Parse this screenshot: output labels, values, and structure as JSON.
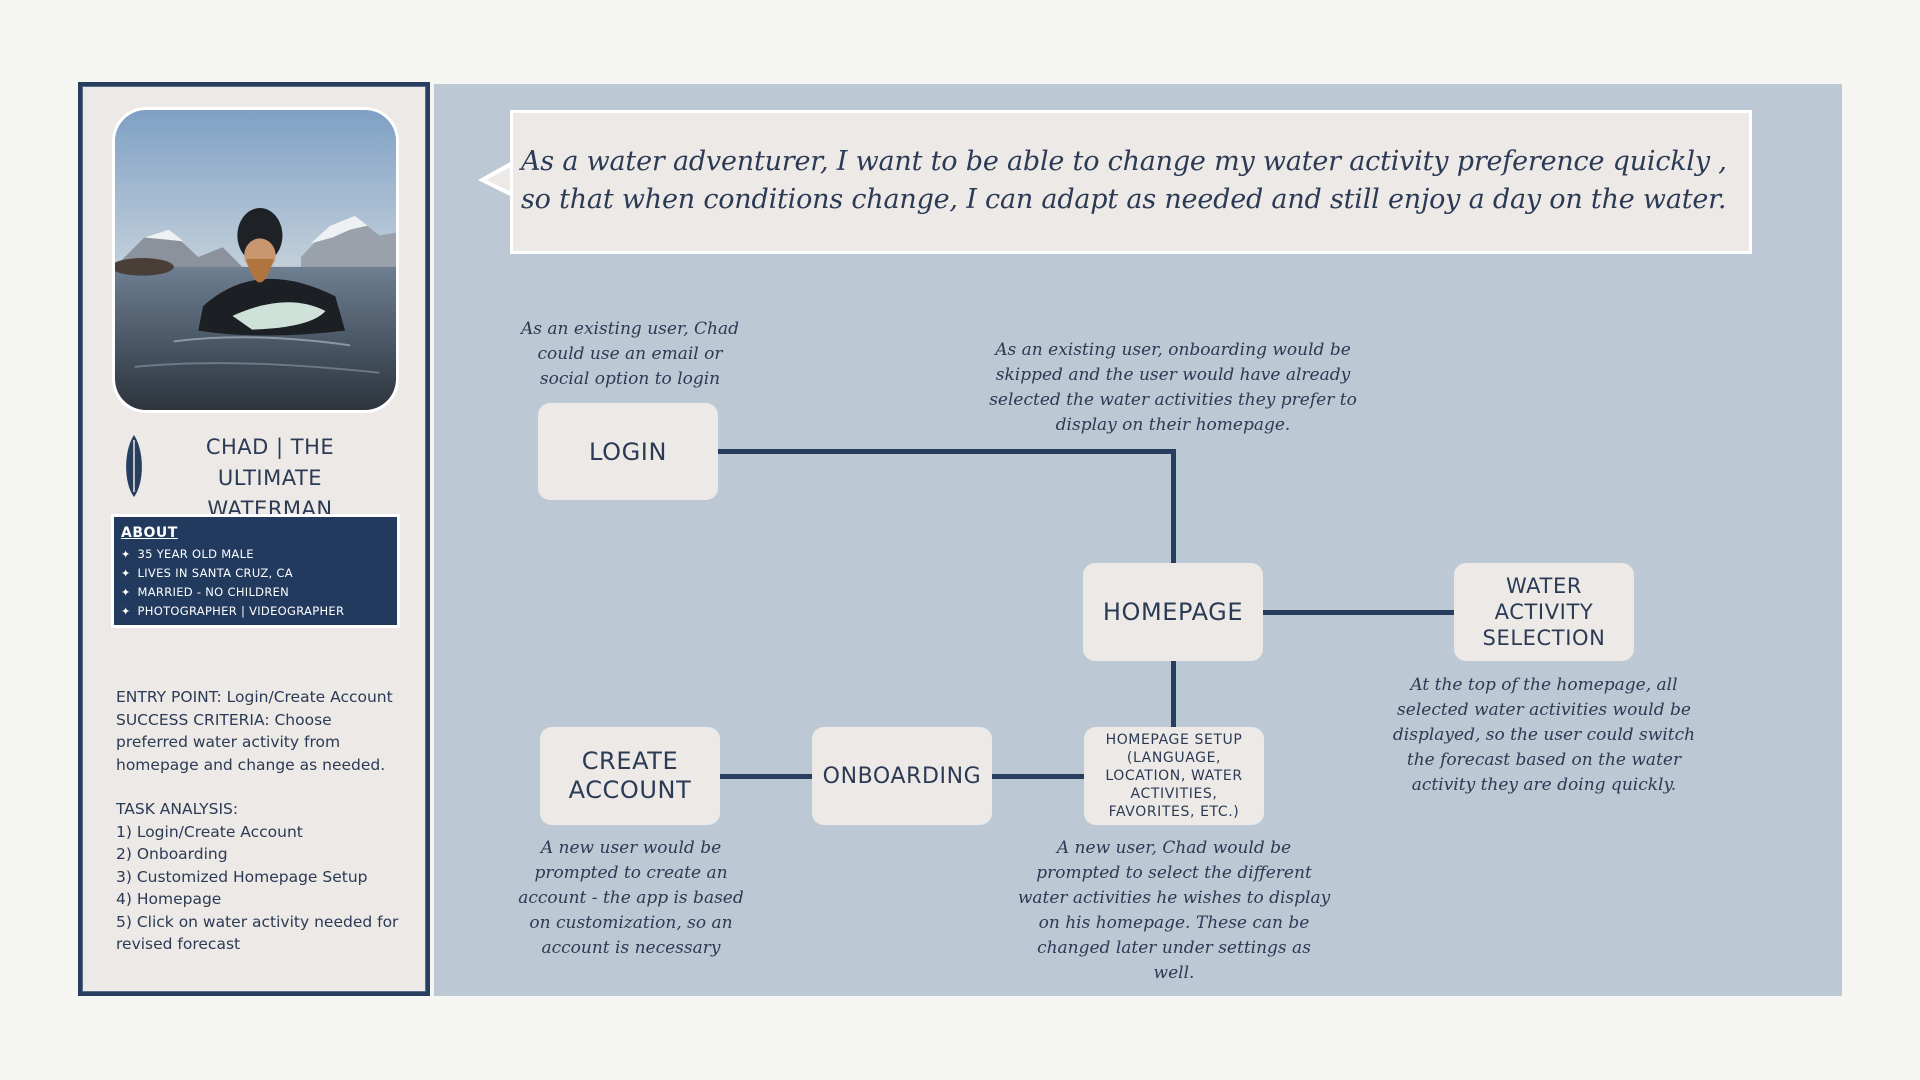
{
  "persona": {
    "name": "CHAD | THE ULTIMATE WATERMAN",
    "photo_label": "Surfer in wetsuit holding surfboard in the water",
    "about": {
      "heading": "ABOUT",
      "items": [
        "35 YEAR OLD MALE",
        "LIVES IN SANTA CRUZ, CA",
        "MARRIED - NO CHILDREN",
        "PHOTOGRAPHER | VIDEOGRAPHER"
      ]
    },
    "entry_point": "ENTRY POINT: Login/Create Account",
    "success_criteria": "SUCCESS CRITERIA: Choose preferred water activity from homepage and change as needed.",
    "task_analysis": {
      "heading": "TASK ANALYSIS:",
      "steps": [
        "1) Login/Create Account",
        "2) Onboarding",
        "3) Customized Homepage Setup",
        "4) Homepage",
        "5) Click on water activity needed for revised forecast"
      ]
    }
  },
  "user_story": "As a water adventurer, I want to be able to change my water activity preference quickly , so that when conditions change, I can adapt as needed and still enjoy a day on the water.",
  "flow": {
    "nodes": {
      "login": "LOGIN",
      "homepage": "HOMEPAGE",
      "water_activity_selection": "WATER ACTIVITY SELECTION",
      "create_account": "CREATE ACCOUNT",
      "onboarding": "ONBOARDING",
      "homepage_setup": "HOMEPAGE SETUP (LANGUAGE, LOCATION, WATER ACTIVITIES, FAVORITES, ETC.)"
    },
    "annotations": {
      "login": "As an existing user, Chad could use an email or social option to login",
      "existing_user": "As an existing user, onboarding would be skipped and the user would have already selected the water activities they prefer to display on their homepage.",
      "water_activity": "At the top of the homepage, all selected water activities would be displayed, so the user could switch the forecast based on the water activity they are doing quickly.",
      "create_account": "A new user would be prompted to create an account - the app is based on customization, so an account is necessary",
      "homepage_setup": "A new user, Chad would be prompted to select the different water activities he wishes to display on his homepage.  These can be changed later under settings as well."
    }
  },
  "colors": {
    "navy": "#283e5e",
    "board_bg": "#bcc8d3",
    "card_bg": "#ede9e6",
    "page_bg": "#f5f5f1"
  }
}
